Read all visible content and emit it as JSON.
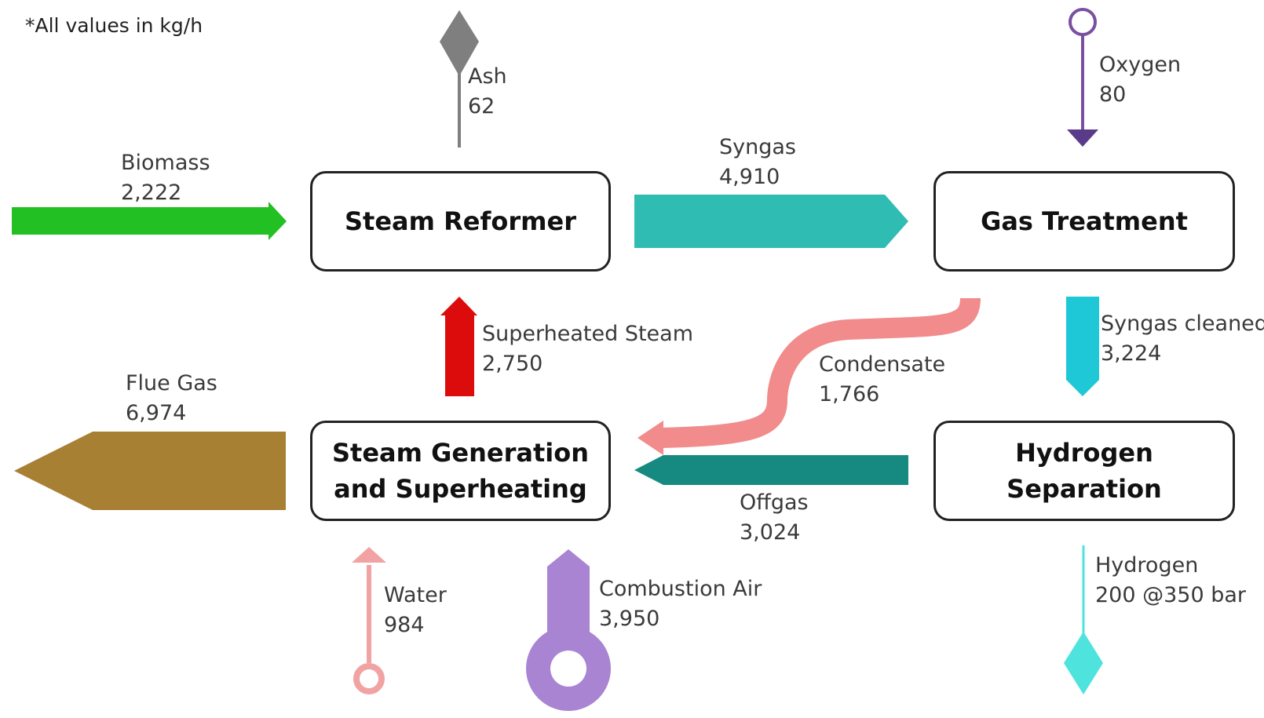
{
  "note": "*All values in kg/h",
  "units": [
    "Steam Reformer",
    "Gas Treatment",
    "Steam Generation and Superheating",
    "Hydrogen Separation"
  ],
  "flows": [
    {
      "name": "Biomass",
      "value": "2,222",
      "color": "#22c022"
    },
    {
      "name": "Ash",
      "value": "62",
      "color": "#7f7f7f"
    },
    {
      "name": "Syngas",
      "value": "4,910",
      "color": "#2fbcb2"
    },
    {
      "name": "Oxygen",
      "value": "80",
      "color": "#7a4fa0"
    },
    {
      "name": "Superheated Steam",
      "value": "2,750",
      "color": "#dd0c0c"
    },
    {
      "name": "Condensate",
      "value": "1,766",
      "color": "#f28b8b"
    },
    {
      "name": "Syngas cleaned",
      "value": "3,224",
      "color": "#1ec8d6"
    },
    {
      "name": "Flue Gas",
      "value": "6,974",
      "color": "#a88033"
    },
    {
      "name": "Offgas",
      "value": "3,024",
      "color": "#168a80"
    },
    {
      "name": "Water",
      "value": "984",
      "color": "#f1a3a3"
    },
    {
      "name": "Combustion Air",
      "value": "3,950",
      "color": "#a884d2"
    },
    {
      "name": "Hydrogen",
      "value": "200 @350 bar",
      "color": "#4fe3de"
    }
  ]
}
